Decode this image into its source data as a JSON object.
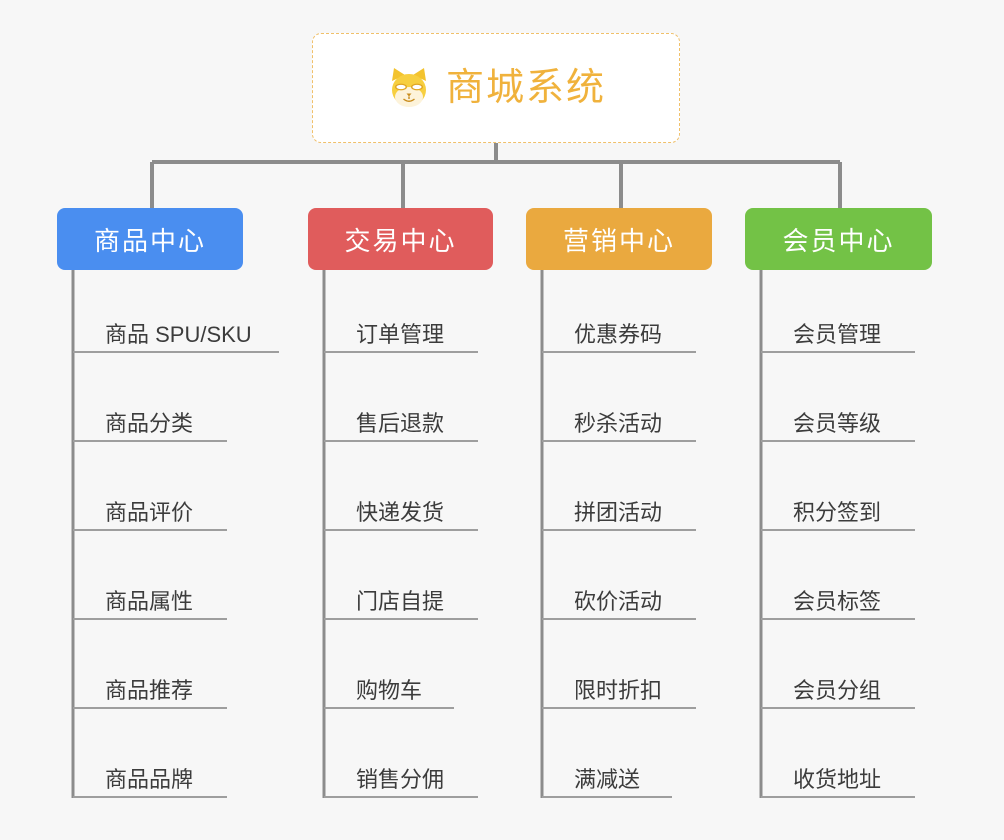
{
  "page": {
    "background_color": "#f7f7f7",
    "line_color": "#8c8c8c",
    "leaf_underline_color": "#9e9e9e",
    "leaf_text_color": "#3c3c3c"
  },
  "root": {
    "title": "商城系统",
    "icon": "shiba-dog-face-icon",
    "text_color": "#f0b23c",
    "border_color": "#f0c06a",
    "background_color": "#ffffff"
  },
  "categories": [
    {
      "label": "商品中心",
      "color": "#4a8ef0",
      "items": [
        "商品 SPU/SKU",
        "商品分类",
        "商品评价",
        "商品属性",
        "商品推荐",
        "商品品牌"
      ]
    },
    {
      "label": "交易中心",
      "color": "#e05c5c",
      "items": [
        "订单管理",
        "售后退款",
        "快递发货",
        "门店自提",
        "购物车",
        "销售分佣"
      ]
    },
    {
      "label": "营销中心",
      "color": "#eaa93f",
      "items": [
        "优惠券码",
        "秒杀活动",
        "拼团活动",
        "砍价活动",
        "限时折扣",
        "满减送"
      ]
    },
    {
      "label": "会员中心",
      "color": "#73c246",
      "items": [
        "会员管理",
        "会员等级",
        "积分签到",
        "会员标签",
        "会员分组",
        "收货地址"
      ]
    }
  ]
}
